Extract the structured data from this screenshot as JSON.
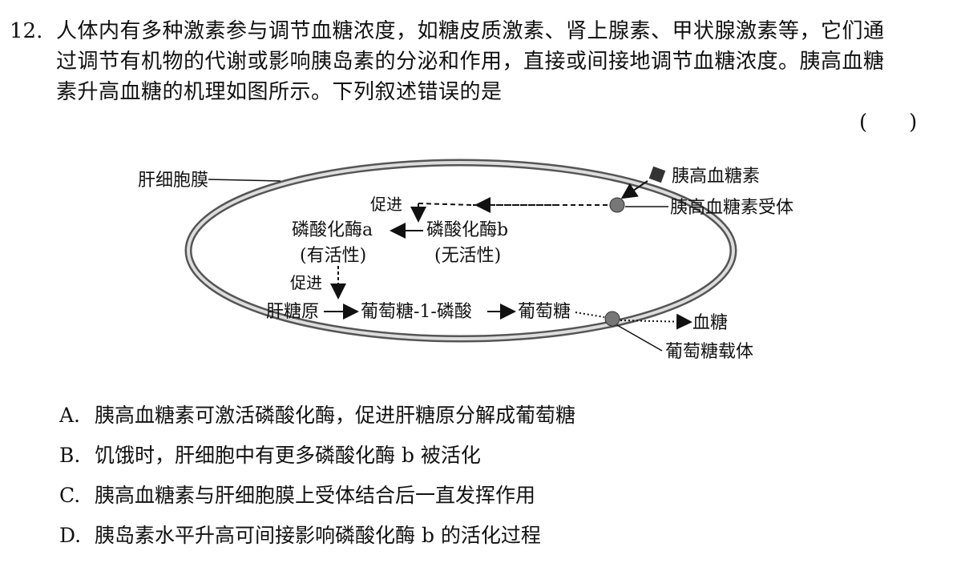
{
  "question": {
    "number": "12.",
    "lines": [
      "人体内有多种激素参与调节血糖浓度，如糖皮质激素、肾上腺素、甲状腺激素等，它们通",
      "过调节有机物的代谢或影响胰岛素的分泌和作用，直接或间接地调节血糖浓度。胰高血糖",
      "素升高血糖的机理如图所示。下列叙述错误的是"
    ],
    "answer_bracket": "(　　)"
  },
  "diagram": {
    "labels": {
      "liver_membrane": "肝细胞膜",
      "glucagon": "胰高血糖素",
      "glucagon_receptor": "胰高血糖素受体",
      "promote_1": "促进",
      "enzyme_a": "磷酸化酶a",
      "enzyme_a_state": "(有活性)",
      "enzyme_b": "磷酸化酶b",
      "enzyme_b_state": "(无活性)",
      "promote_2": "促进",
      "glycogen": "肝糖原",
      "g1p": "葡萄糖-1-磷酸",
      "glucose": "葡萄糖",
      "blood_glucose": "血糖",
      "glucose_carrier": "葡萄糖载体"
    }
  },
  "options": [
    {
      "letter": "A.",
      "text": "胰高血糖素可激活磷酸化酶，促进肝糖原分解成葡萄糖"
    },
    {
      "letter": "B.",
      "text": "饥饿时，肝细胞中有更多磷酸化酶 b 被活化"
    },
    {
      "letter": "C.",
      "text": "胰高血糖素与肝细胞膜上受体结合后一直发挥作用"
    },
    {
      "letter": "D.",
      "text": "胰岛素水平升高可间接影响磷酸化酶 b 的活化过程"
    }
  ]
}
